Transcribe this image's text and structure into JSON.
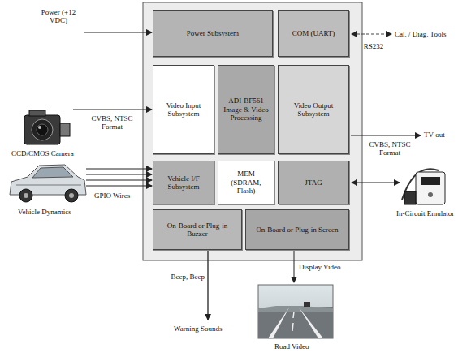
{
  "diagram": {
    "nodes": [
      {
        "text": [
          "Power Subsystem"
        ]
      },
      {
        "text": [
          "COM (UART)"
        ]
      },
      {
        "text": [
          "Video Input Subsystem"
        ]
      },
      {
        "text": [
          "ADI-BF561 Image & Video Processing"
        ]
      },
      {
        "text": [
          "Video Output Subsystem"
        ]
      },
      {
        "text": [
          "Vehicle I/F Subsystem"
        ]
      },
      {
        "text": [
          "MEM (SDRAM, Flash)"
        ]
      },
      {
        "text": [
          "JTAG"
        ]
      },
      {
        "text": [
          "On-Board or Plug-in Buzzer"
        ]
      },
      {
        "text": [
          "On-Board or Plug-in Screen"
        ]
      }
    ],
    "labels": [
      "Power (+12 VDC)",
      "RS232",
      "Cal. / Diag. Tools",
      "CVBS, NTSC Format",
      "CCD/CMOS Camera",
      "TV-out",
      "CVBS, NTSC Format",
      "GPIO Wires",
      "Vehicle Dynamics",
      "In-Circuit Emulator",
      "Beep, Beep",
      "Display Video",
      "Warning Sounds",
      "Road Video"
    ]
  }
}
